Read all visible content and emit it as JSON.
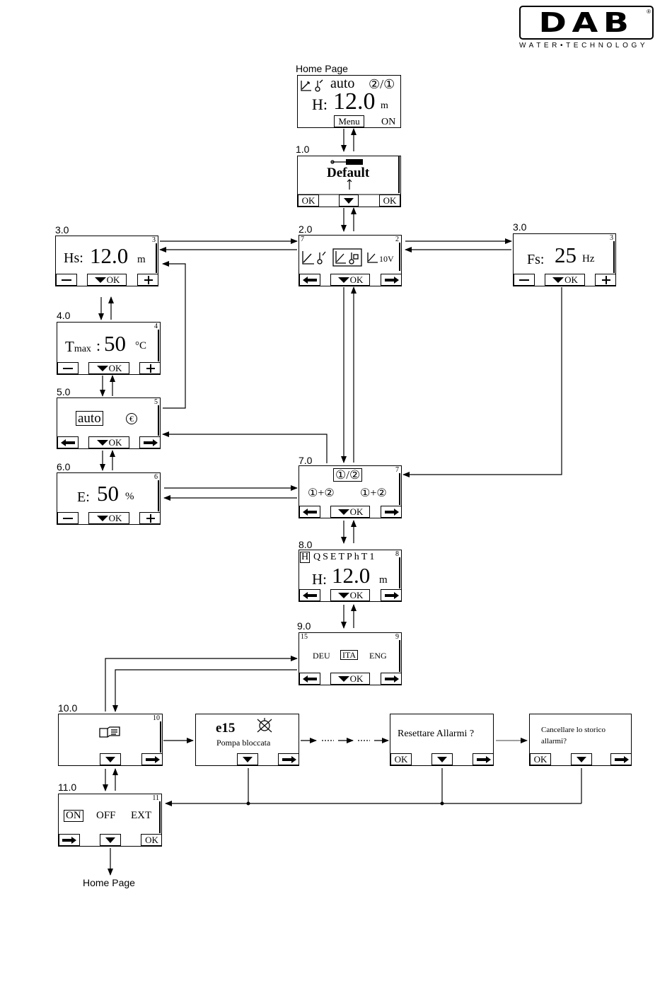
{
  "brand": {
    "name": "DAB",
    "registered": "®",
    "tagline": "WATER•TECHNOLOGY"
  },
  "labels": {
    "home_page": "Home Page",
    "home_page_bottom": "Home Page",
    "s1": "1.0",
    "s2": "2.0",
    "s3_left": "3.0",
    "s3_right": "3.0",
    "s4": "4.0",
    "s5": "5.0",
    "s6": "6.0",
    "s7": "7.0",
    "s8": "8.0",
    "s9": "9.0",
    "s10": "10.0",
    "s11": "11.0"
  },
  "buttons": {
    "ok": "OK",
    "ok_combo": "OK",
    "menu": "Menu"
  },
  "screens": {
    "home": {
      "mode": "auto",
      "pumps": "②/①",
      "h_label": "H:",
      "h_value": "12.0",
      "h_unit": "m",
      "status": "ON"
    },
    "default": {
      "title": "Default"
    },
    "mode_select": {
      "left_num": "7",
      "right_num": "2",
      "opt3": "10V"
    },
    "hs": {
      "label": "Hs:",
      "value": "12.0",
      "unit": "m",
      "num": "3"
    },
    "fs": {
      "label": "Fs:",
      "value": "25",
      "unit": "Hz",
      "num": "3"
    },
    "tmax": {
      "label_main": "T",
      "label_sub": "max",
      "sep": ":",
      "value": "50",
      "unit": "°C",
      "num": "4"
    },
    "auto": {
      "value": "auto",
      "icon_text": "€",
      "num": "5"
    },
    "energy": {
      "label": "E:",
      "value": "50",
      "unit": "%",
      "num": "6"
    },
    "pumps": {
      "sel": "①/②",
      "opt1": "①+②",
      "opt2": "①+②",
      "num": "7"
    },
    "monitor": {
      "tabs_h": "H",
      "tabs_rest": "QSETPhT1",
      "h_label": "H:",
      "h_value": "12.0",
      "h_unit": "m",
      "num": "8"
    },
    "language": {
      "left_num": "15",
      "num": "9",
      "lang1": "DEU",
      "lang2": "ITA",
      "lang3": "ENG"
    },
    "alarms": {
      "num": "10"
    },
    "alarm_e15": {
      "code": "e15",
      "text": "Pompa bloccata"
    },
    "reset": {
      "text": "Resettare Allarmi ?"
    },
    "clear_history": {
      "line1": "Cancellare lo storico",
      "line2": "allarmi?"
    },
    "onoff": {
      "num": "11",
      "opt1": "ON",
      "opt2": "OFF",
      "opt3": "EXT"
    }
  }
}
